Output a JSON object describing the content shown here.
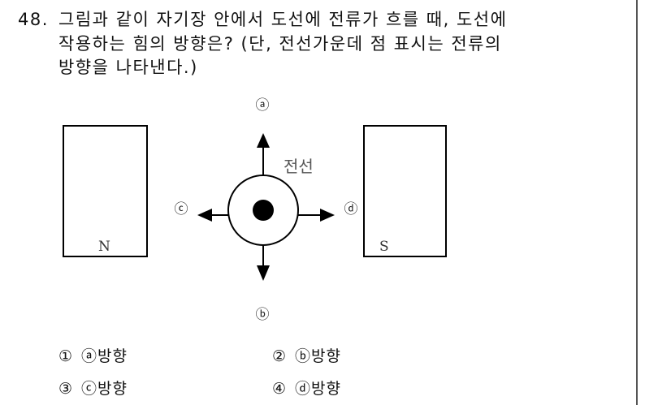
{
  "question": {
    "number": "48.",
    "lines": [
      "그림과 같이 자기장 안에서 도선에 전류가 흐를 때, 도선에",
      "작용하는 힘의 방향은? (단, 전선가운데 점 표시는 전류의",
      "방향을 나타낸다.)"
    ]
  },
  "diagram": {
    "left_magnet_label": "N",
    "right_magnet_label": "S",
    "wire_label": "전선",
    "direction_labels": {
      "up": "ⓐ",
      "down": "ⓑ",
      "left": "ⓒ",
      "right": "ⓓ"
    },
    "colors": {
      "stroke": "#000000",
      "label_gray": "#555555"
    }
  },
  "options": [
    {
      "number": "①",
      "label": "ⓐ방향"
    },
    {
      "number": "②",
      "label": "ⓑ방향"
    },
    {
      "number": "③",
      "label": "ⓒ방향"
    },
    {
      "number": "④",
      "label": "ⓓ방향"
    }
  ]
}
